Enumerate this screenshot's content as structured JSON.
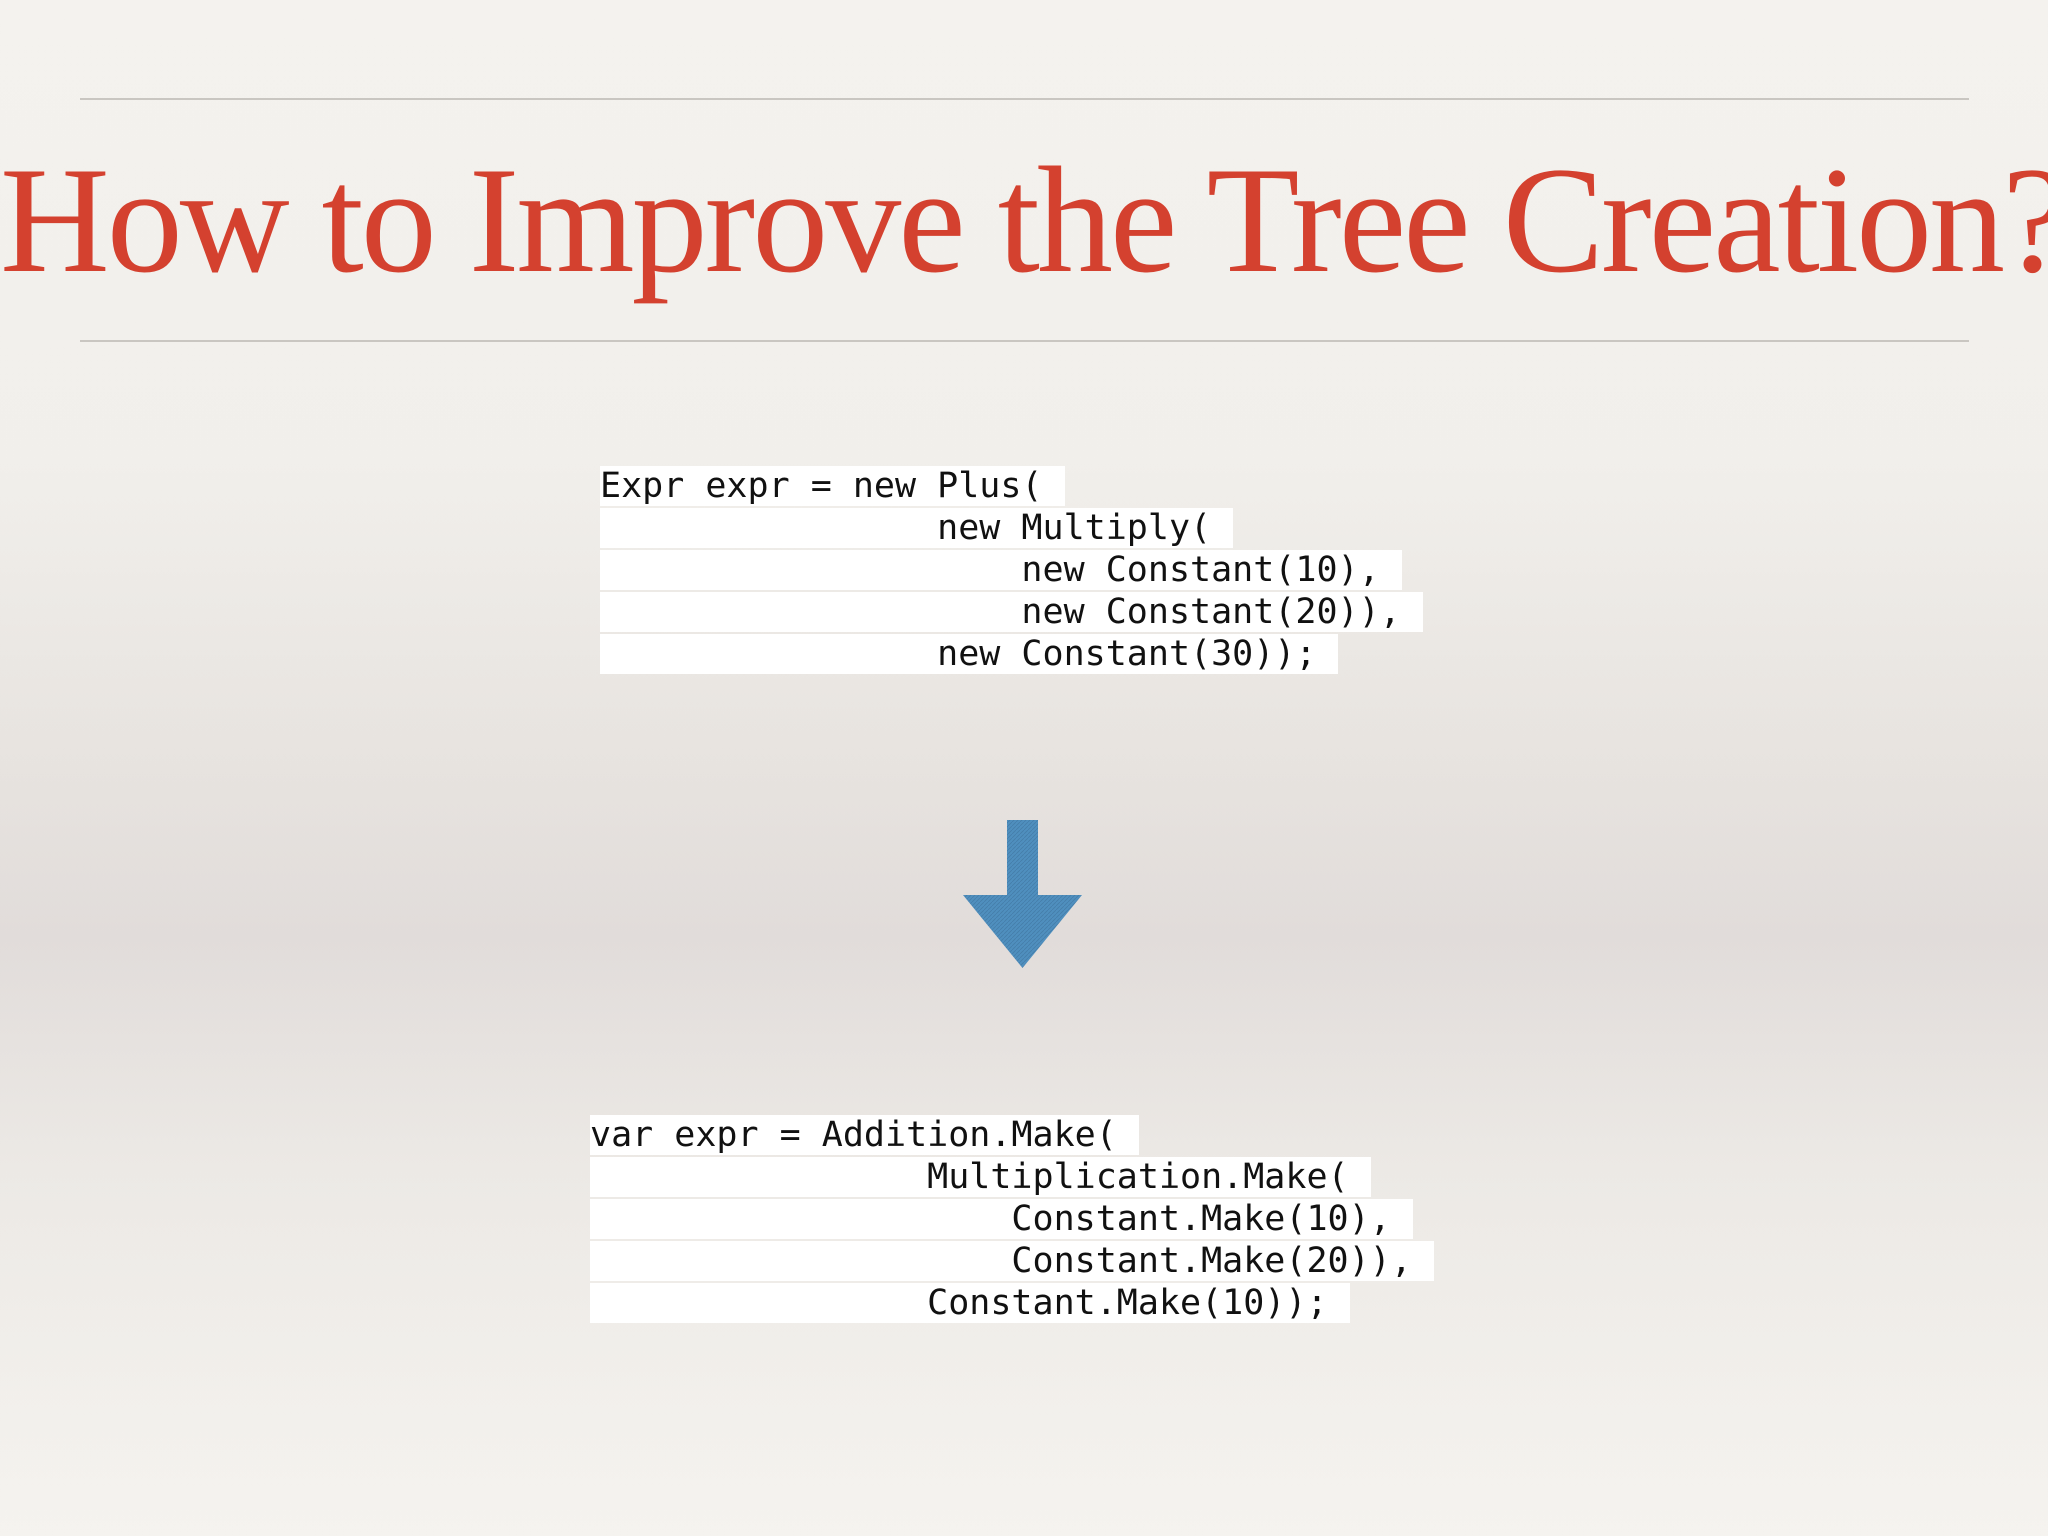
{
  "slide": {
    "title": "How to Improve the Tree Creation?"
  },
  "code_before": {
    "lines": [
      "Expr expr = new Plus(",
      "                new Multiply(",
      "                    new Constant(10),",
      "                    new Constant(20)),",
      "                new Constant(30));"
    ]
  },
  "code_after": {
    "lines": [
      "var expr = Addition.Make(",
      "                Multiplication.Make(",
      "                    Constant.Make(10),",
      "                    Constant.Make(20)),",
      "                Constant.Make(10));"
    ]
  },
  "arrow": {
    "icon": "arrow-down-icon",
    "color": "#4f8fbe"
  }
}
